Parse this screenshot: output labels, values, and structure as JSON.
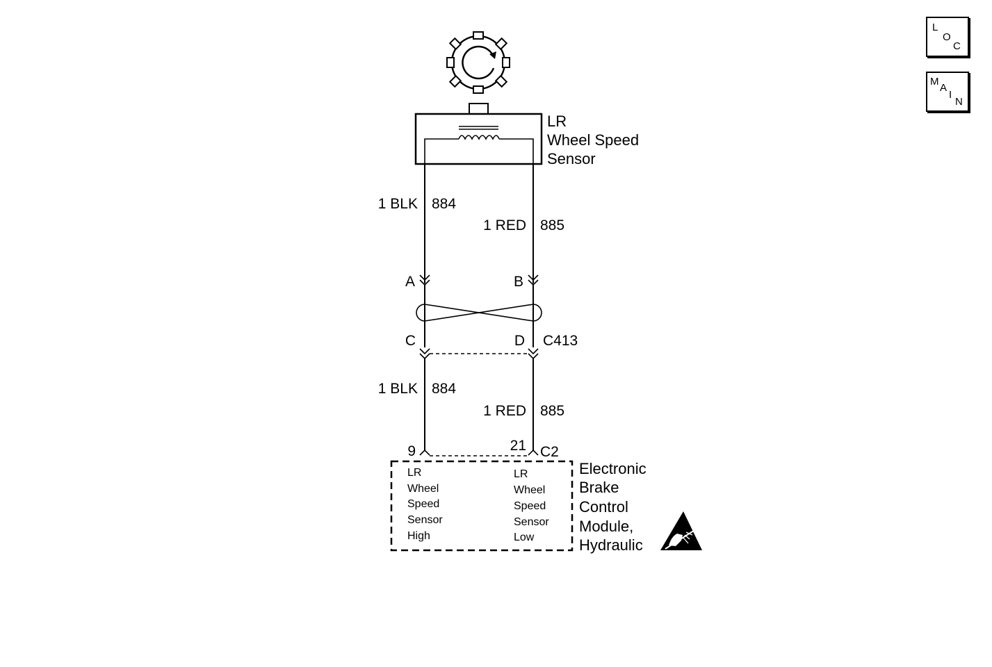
{
  "nav": {
    "loc": [
      "L",
      "O",
      "C"
    ],
    "main": [
      "M",
      "A",
      "I",
      "N"
    ]
  },
  "sensor": {
    "name_lines": [
      "LR",
      "Wheel Speed",
      "Sensor"
    ]
  },
  "upper_wires": {
    "left": {
      "gauge_color": "1 BLK",
      "circuit": "884"
    },
    "right": {
      "gauge_color": "1 RED",
      "circuit": "885"
    }
  },
  "connector": {
    "upper_left_pin": "A",
    "upper_right_pin": "B",
    "lower_left_pin": "C",
    "lower_right_pin": "D",
    "id": "C413"
  },
  "lower_wires": {
    "left": {
      "gauge_color": "1 BLK",
      "circuit": "884"
    },
    "right": {
      "gauge_color": "1 RED",
      "circuit": "885"
    }
  },
  "module_connector": {
    "left_pin": "9",
    "right_pin": "21",
    "id": "C2"
  },
  "module": {
    "left_pin_desc": [
      "LR",
      "Wheel",
      "Speed",
      "Sensor",
      "High"
    ],
    "right_pin_desc": [
      "LR",
      "Wheel",
      "Speed",
      "Sensor",
      "Low"
    ],
    "name_lines": [
      "Electronic",
      "Brake",
      "Control",
      "Module,",
      "Hydraulic"
    ]
  },
  "icons": {
    "tone_wheel": "tone-wheel-icon",
    "esd": "esd-warning-icon"
  }
}
